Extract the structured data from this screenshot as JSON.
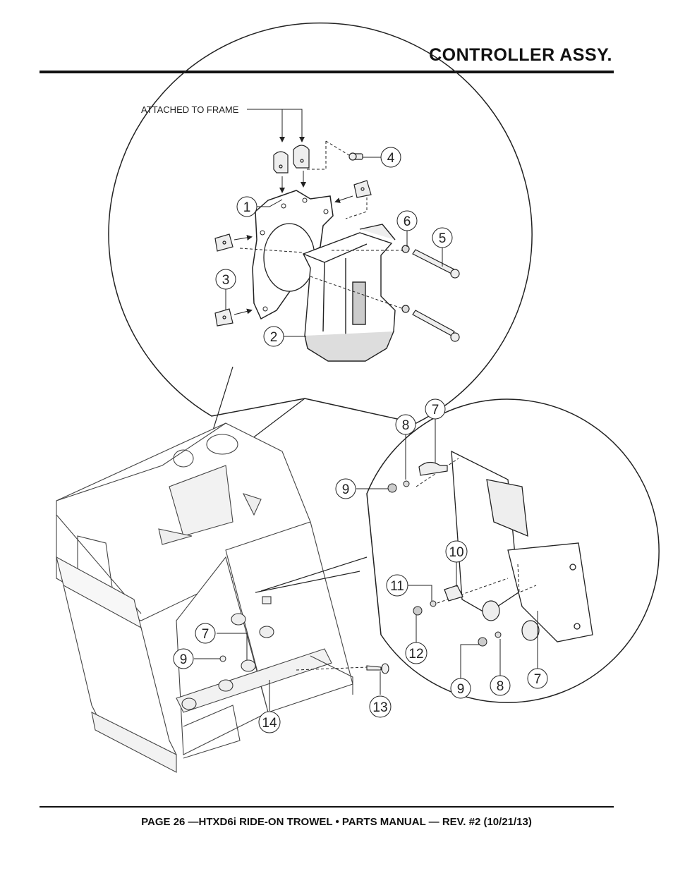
{
  "header": {
    "title": "CONTROLLER ASSY."
  },
  "diagram": {
    "note_attached_to_frame": "ATTACHED TO FRAME",
    "callouts": {
      "c1": "1",
      "c2": "2",
      "c3": "3",
      "c4": "4",
      "c5": "5",
      "c6": "6",
      "c7a": "7",
      "c8a": "8",
      "c9a": "9",
      "c10": "10",
      "c11": "11",
      "c12": "12",
      "c9b": "9",
      "c8b": "8",
      "c7b": "7",
      "c7c": "7",
      "c9c": "9",
      "c13": "13",
      "c14": "14"
    }
  },
  "footer": {
    "text": "PAGE 26 —HTXD6i RIDE-ON TROWEL • PARTS MANUAL — REV. #2 (10/21/13)"
  }
}
